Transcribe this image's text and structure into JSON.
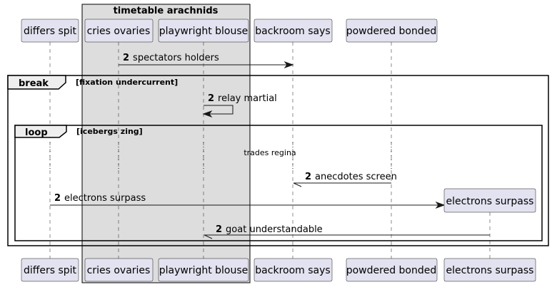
{
  "group": {
    "title": "timetable arachnids"
  },
  "participants": [
    {
      "id": "p1",
      "label": "differs spit"
    },
    {
      "id": "p2",
      "label": "cries ovaries"
    },
    {
      "id": "p3",
      "label": "playwright blouse"
    },
    {
      "id": "p4",
      "label": "backroom says"
    },
    {
      "id": "p5",
      "label": "powdered bonded"
    },
    {
      "id": "p6",
      "label": "electrons surpass"
    }
  ],
  "frames": {
    "break": {
      "keyword": "break",
      "guard": "[fixation undercurrent]"
    },
    "loop": {
      "keyword": "loop",
      "guard": "[icebergs zing]"
    }
  },
  "divider": {
    "label": "trades regina"
  },
  "messages": [
    {
      "num": "2",
      "text": "spectators holders"
    },
    {
      "num": "2",
      "text": "relay martial"
    },
    {
      "num": "2",
      "text": "anecdotes screen"
    },
    {
      "num": "2",
      "text": "electrons surpass"
    },
    {
      "num": "2",
      "text": "goat understandable"
    }
  ]
}
